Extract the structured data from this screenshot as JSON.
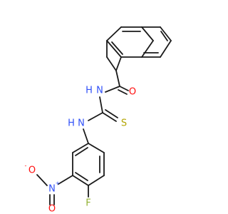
{
  "molecule": {
    "labels": {
      "carbonyl_oxygen": "O",
      "amide_nh": "H",
      "amide_n": "N",
      "thio_sulfur": "S",
      "aryl_nh": "H",
      "aryl_n": "N",
      "nitro_n": "N",
      "nitro_n_charge": "+",
      "nitro_o1": "O",
      "nitro_o1_charge": "-",
      "nitro_o2": "O",
      "fluorine": "F"
    },
    "colors": {
      "bond": "#1a1a1a",
      "carbon": "#1a1a1a",
      "nitrogen": "#3050f8",
      "oxygen": "#ff0d0d",
      "sulfur": "#b3a400",
      "fluorine": "#90b030"
    }
  }
}
